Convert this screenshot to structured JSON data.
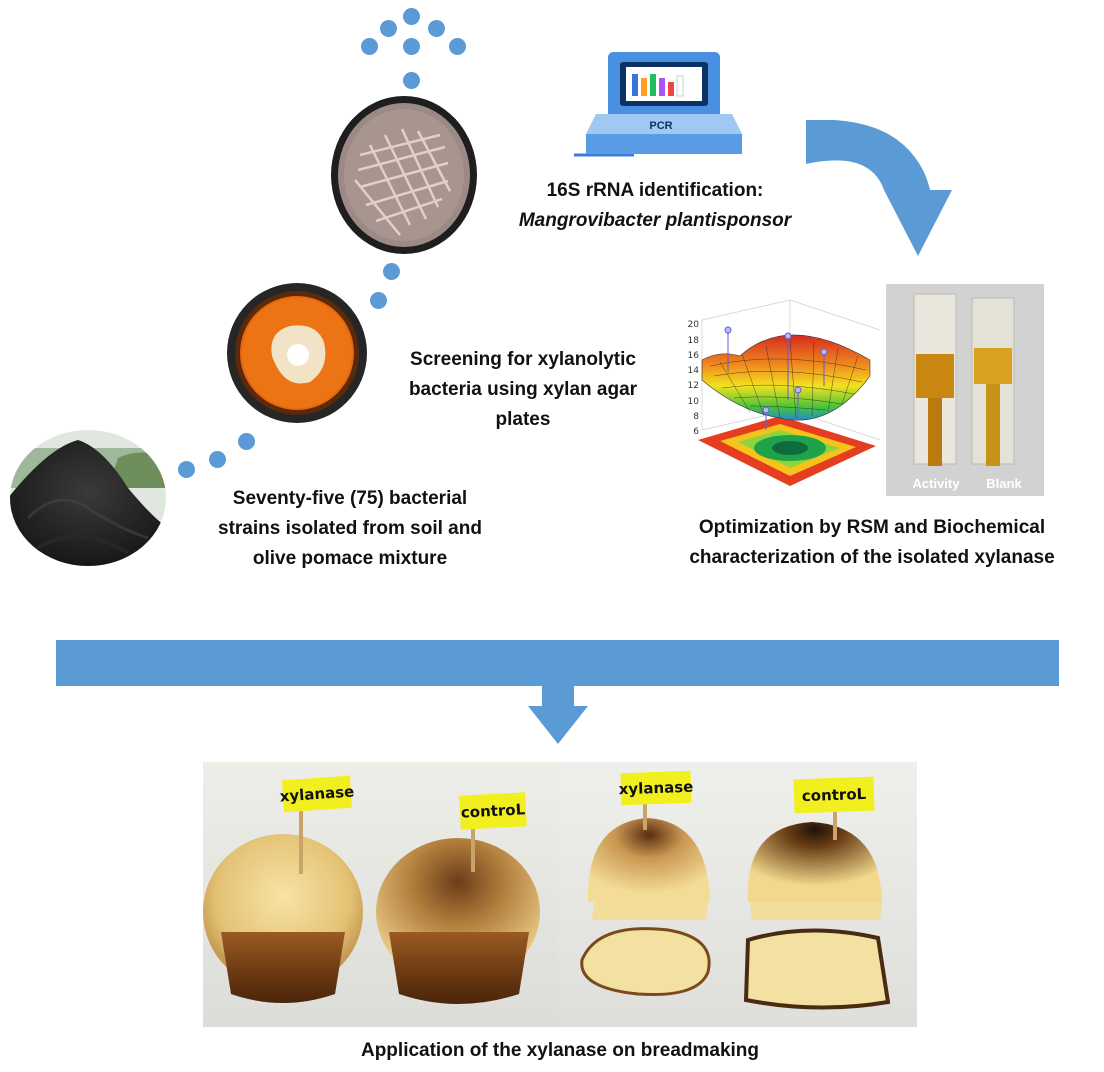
{
  "colors": {
    "accent": "#5b9bd5",
    "agar_orange": "#e8660c",
    "crumb": "#f2de9a",
    "crust": "#7a4a1e",
    "flag_yellow": "#f2ef1e"
  },
  "steps": {
    "isolation": {
      "line1": "Seventy-five (75) bacterial",
      "line2": "strains isolated from soil and",
      "line3": "olive pomace mixture",
      "image_icon": "soil-heap-photo"
    },
    "screening": {
      "line1": "Screening for xylanolytic",
      "line2": "bacteria using xylan agar",
      "line3": "plates",
      "image_icon": "xylan-agar-plate-photo"
    },
    "identification": {
      "line1": "16S rRNA identification:",
      "line2": "Mangrovibacter plantisponsor",
      "image_icon": "petri-dish-streak-photo"
    },
    "pcr": {
      "label": "PCR",
      "icon": "pcr-machine-icon"
    },
    "optimization": {
      "line1": "Optimization by RSM and Biochemical",
      "line2": "characterization of the isolated xylanase",
      "plot_icon": "rsm-surface-plot",
      "surface_ticks": [
        "20",
        "18",
        "16",
        "14",
        "12",
        "10",
        "8",
        "6"
      ],
      "cuvette_labels": {
        "activity": "Activity",
        "blank": "Blank"
      }
    },
    "application": {
      "caption": "Application of the xylanase on breadmaking",
      "flags": {
        "xylanase": "xylanase",
        "control": "controL"
      }
    }
  }
}
